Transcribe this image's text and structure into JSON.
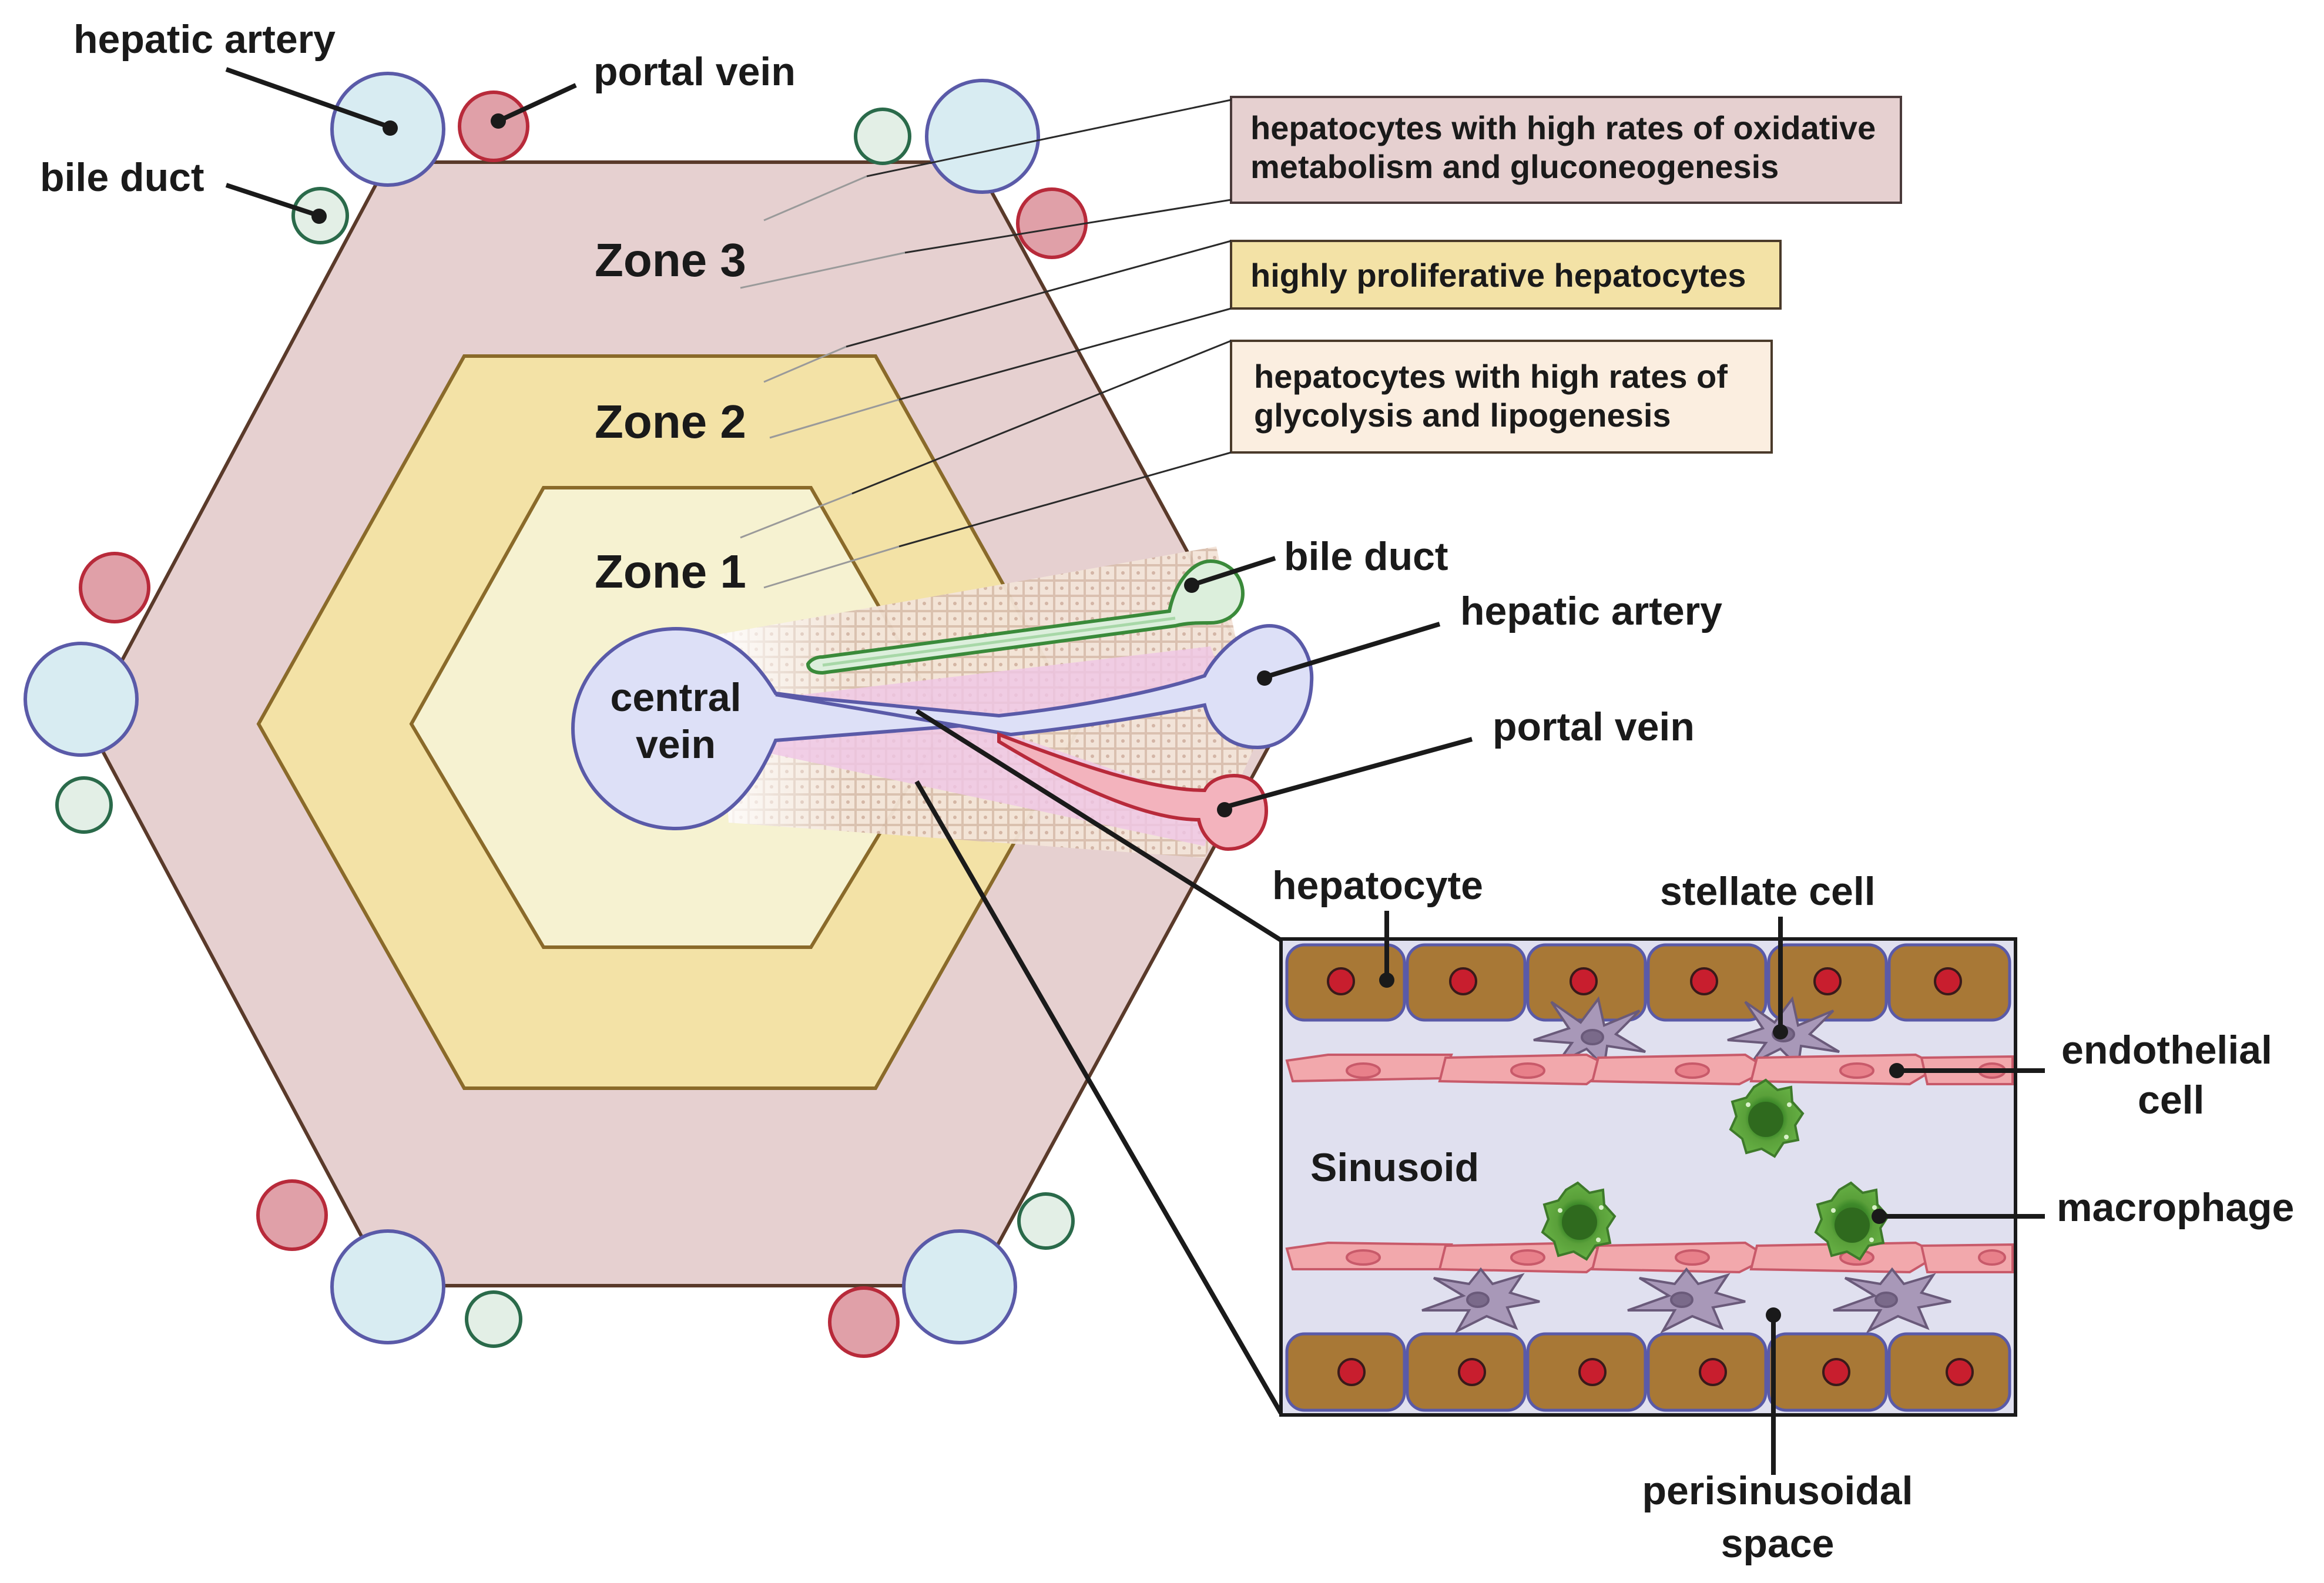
{
  "labels": {
    "hepatic_artery_top": "hepatic artery",
    "portal_vein_top": "portal vein",
    "bile_duct_top": "bile duct",
    "zone3": "Zone 3",
    "zone2": "Zone 2",
    "zone1": "Zone 1",
    "central_vein_1": "central",
    "central_vein_2": "vein",
    "bile_duct_right": "bile duct",
    "hepatic_artery_right": "hepatic artery",
    "portal_vein_right": "portal vein",
    "hepatocyte": "hepatocyte",
    "stellate_cell": "stellate cell",
    "endothelial_1": "endothelial",
    "endothelial_2": "cell",
    "sinusoid": "Sinusoid",
    "macrophage": "macrophage",
    "perisinusoidal_1": "perisinusoidal",
    "perisinusoidal_2": "space"
  },
  "zone_boxes": {
    "zone3_line1": "hepatocytes with high rates of  oxidative",
    "zone3_line2": "metabolism and gluconeogenesis",
    "zone2_line1": "highly proliferative hepatocytes",
    "zone1_line1": "hepatocytes with high rates of",
    "zone1_line2": "glycolysis and lipogenesis"
  },
  "colors": {
    "zone3": "#e6d0d0",
    "zone2": "#f3e2a6",
    "zone1": "#f6f2d1",
    "hex_border": "#5a3a2a",
    "zone_border": "#8a6a2a",
    "central_vein": "#dde0f7",
    "vessel_border": "#5a5aa8",
    "portal_vein": "#e0a0a8",
    "portal_border": "#b82a3a",
    "hepatic_artery": "#d8ecf2",
    "bile_duct": "#e3efe6",
    "bile_border": "#2a6a4a",
    "hepatocyte_cell": "#a87836",
    "hepatocyte_nucleus": "#c81e2e",
    "endothelial": "#f2a8ac",
    "stellate": "#a898b8",
    "macrophage": "#5aa03a",
    "sinusoid_bg": "#e0e0ef"
  }
}
